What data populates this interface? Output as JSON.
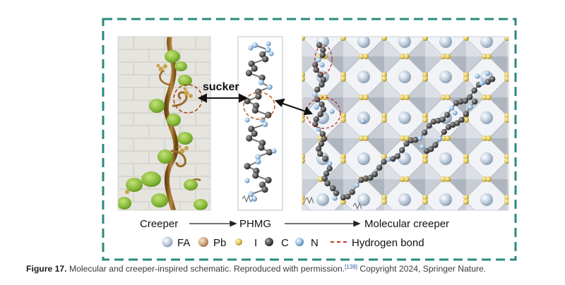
{
  "labels": {
    "sucker": "sucker",
    "creeper": "Creeper",
    "phmg": "PHMG",
    "molecular_creeper": "Molecular creeper"
  },
  "legend": [
    {
      "symbol": "FA",
      "color": "#c4d3e3"
    },
    {
      "symbol": "Pb",
      "color": "#d7b595"
    },
    {
      "symbol": "I",
      "color": "#e3cd6d"
    },
    {
      "symbol": "C",
      "color": "#5b5b5b"
    },
    {
      "symbol": "N",
      "color": "#9ec6ea"
    }
  ],
  "hbond_label": "Hydrogen bond",
  "caption": {
    "label": "Figure 17.",
    "text": "Molecular and creeper-inspired schematic. Reproduced with permission.",
    "ref": "[139]",
    "tail": "Copyright 2024, Springer Nature."
  },
  "colors": {
    "dash_border": "#2a8a7d",
    "hbond": "#c0392b",
    "vine": "#8a5a1e",
    "leaf": "#8fc33e"
  }
}
